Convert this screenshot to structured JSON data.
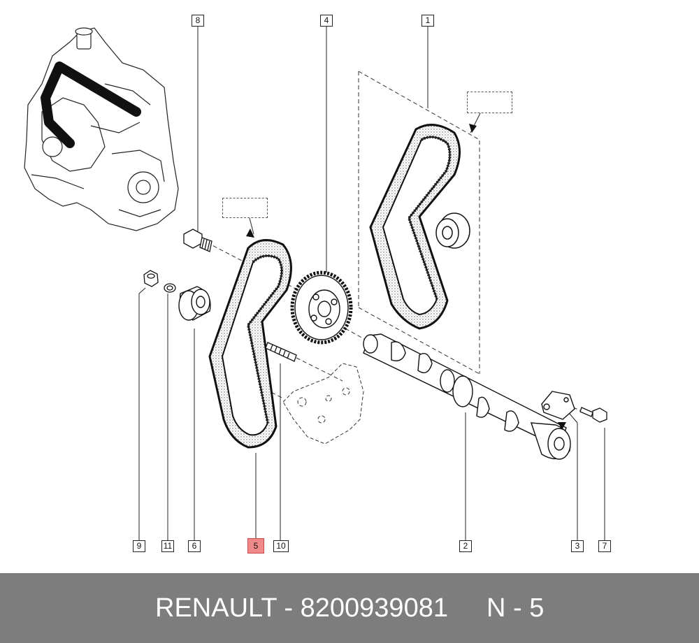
{
  "callouts": {
    "c1": "1",
    "c2": "2",
    "c3": "3",
    "c4": "4",
    "c5": "5",
    "c6": "6",
    "c7": "7",
    "c8": "8",
    "c9": "9",
    "c10": "10",
    "c11": "11"
  },
  "highlight_color": "#f08a8a",
  "footer": {
    "brand_part": "RENAULT - 8200939081",
    "ref": "N - 5",
    "background": "#7d7d7d"
  }
}
